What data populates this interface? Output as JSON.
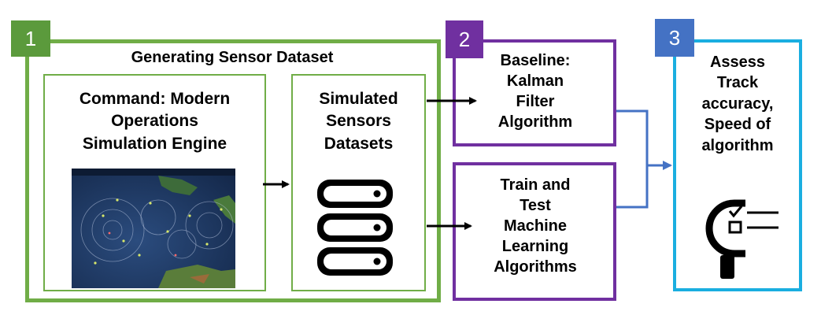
{
  "section1": {
    "number": "1",
    "title": "Generating Sensor Dataset",
    "engine_label": [
      "Command: Modern",
      "Operations",
      "Simulation Engine"
    ],
    "datasets_label": [
      "Simulated",
      "Sensors",
      "Datasets"
    ]
  },
  "section2": {
    "number": "2",
    "baseline_label": [
      "Baseline:",
      "Kalman",
      "Filter",
      "Algorithm"
    ],
    "ml_label": [
      "Train and",
      "Test",
      "Machine",
      "Learning",
      "Algorithms"
    ]
  },
  "section3": {
    "number": "3",
    "assess_label": [
      "Assess",
      "Track",
      "accuracy,",
      "Speed of",
      "algorithm"
    ]
  },
  "colors": {
    "green": "#70ad47",
    "green_badge": "#5b9a3c",
    "purple": "#7030a0",
    "blue": "#1aaee0",
    "blue_badge": "#4472c4",
    "connector": "#4472c4"
  },
  "icons": {
    "database": "database-icon",
    "assess": "magnifier-checklist-icon"
  }
}
